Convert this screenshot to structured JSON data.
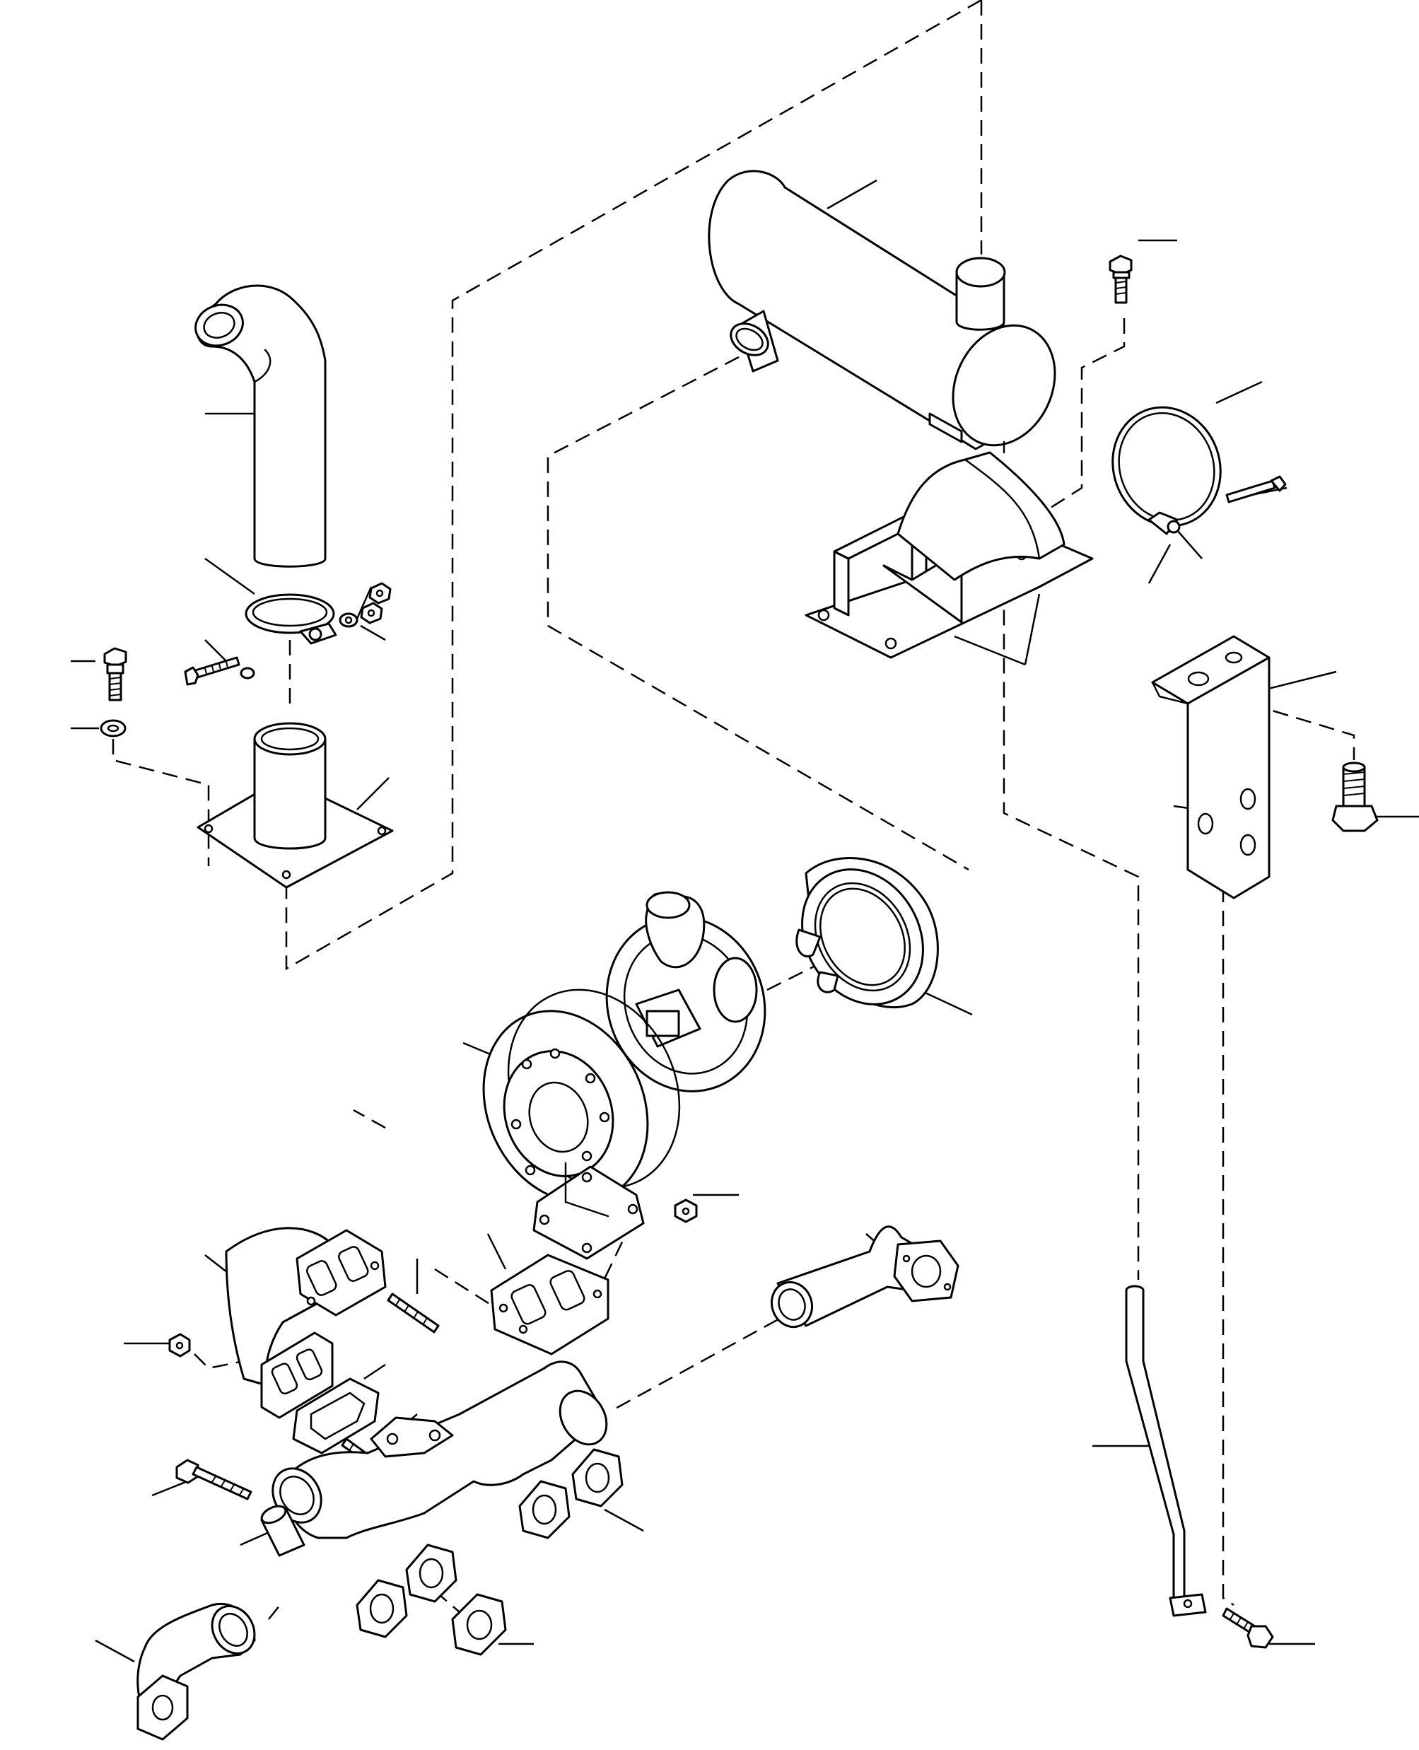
{
  "diagram": {
    "kind": "exploded parts view",
    "line_color": "#000000",
    "background": "#ffffff",
    "parts": [
      {
        "name": "tail-pipe",
        "icon": "elbow-pipe"
      },
      {
        "name": "muffler",
        "icon": "cylinder-muffler"
      },
      {
        "name": "muffler-bracket",
        "icon": "saddle-bracket"
      },
      {
        "name": "strap-band",
        "icon": "band-clamp"
      },
      {
        "name": "pipe-clamp",
        "icon": "ring-clamp"
      },
      {
        "name": "flange-pipe",
        "icon": "flanged-tube"
      },
      {
        "name": "turbocharger",
        "icon": "turbo"
      },
      {
        "name": "v-band-clamp",
        "icon": "v-clamp"
      },
      {
        "name": "mounting-bracket",
        "icon": "plate-bracket"
      },
      {
        "name": "support-rod",
        "icon": "rod"
      },
      {
        "name": "exhaust-manifold",
        "icon": "manifold"
      },
      {
        "name": "connector-elbow",
        "icon": "elbow"
      },
      {
        "name": "exhaust-elbow",
        "icon": "elbow"
      },
      {
        "name": "adapter-elbow",
        "icon": "elbow"
      },
      {
        "name": "gaskets",
        "icon": "gasket"
      },
      {
        "name": "bolts-nuts-studs",
        "icon": "fastener"
      }
    ]
  }
}
